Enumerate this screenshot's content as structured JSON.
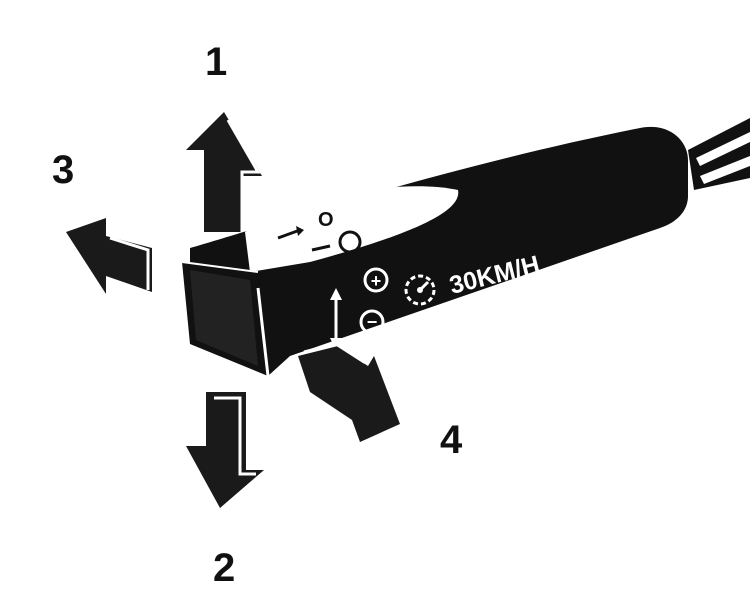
{
  "directions": {
    "up": "1",
    "down": "2",
    "left": "3",
    "toward": "4"
  },
  "lever": {
    "speed_label": "30KM/H",
    "off_mark": "O",
    "plus_symbol": "+",
    "minus_symbol": "−"
  },
  "colors": {
    "lever_body": "#111111",
    "lever_face": "#ffffff",
    "arrow_fill": "#1a1a1a",
    "arrow_highlight": "#ffffff"
  }
}
